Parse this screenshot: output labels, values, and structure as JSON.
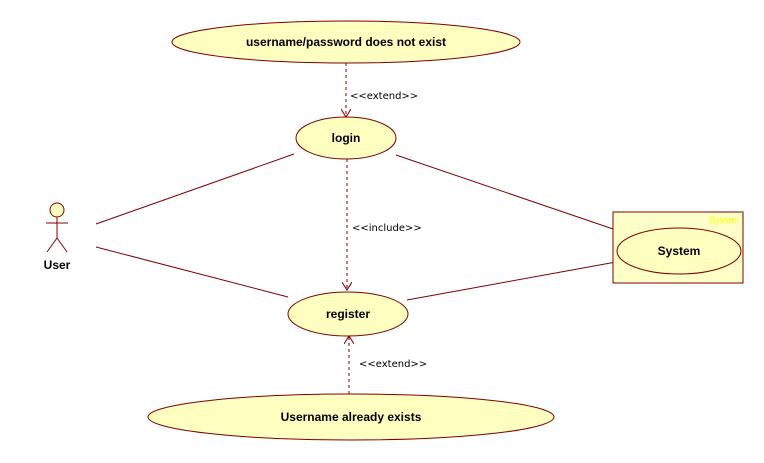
{
  "colors": {
    "usecase_fill": "#ffffc0",
    "usecase_stroke": "#800000",
    "line": "#800000",
    "system_fill": "#ffffc8",
    "system_title": "#ffff00"
  },
  "actor": {
    "label": "User",
    "icon": "stick-figure-actor-icon"
  },
  "usecases": {
    "not_exist": "username/password does not exist",
    "login": "login",
    "register": "register",
    "already_exists": "Username already exists"
  },
  "system_box": {
    "title": "System",
    "usecase": "System"
  },
  "relations": {
    "extend_login": "<<extend>>",
    "include": "<<include>>",
    "extend_register": "<<extend>>"
  }
}
